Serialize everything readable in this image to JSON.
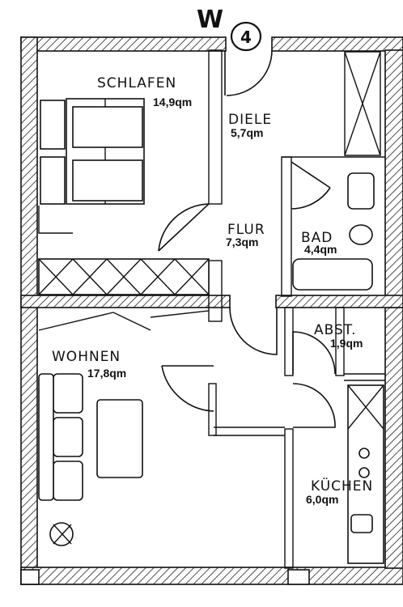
{
  "unit": {
    "letter": "W",
    "number": "4"
  },
  "rooms": [
    {
      "name": "SCHLAFEN",
      "area": "14,9qm"
    },
    {
      "name": "DIELE",
      "area": "5,7qm"
    },
    {
      "name": "FLUR",
      "area": "7,3qm"
    },
    {
      "name": "BAD",
      "area": "4,4qm"
    },
    {
      "name": "ABST.",
      "area": "1,9qm"
    },
    {
      "name": "WOHNEN",
      "area": "17,8qm"
    },
    {
      "name": "KÜCHEN",
      "area": "6,0qm"
    }
  ]
}
